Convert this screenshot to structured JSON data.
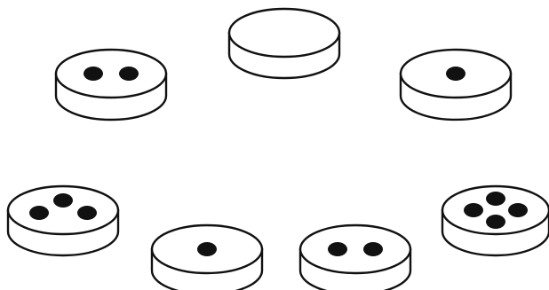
{
  "colors": {
    "outline": "#111111",
    "fill": "#ffffff",
    "dot": "#111111"
  },
  "disks": [
    {
      "name": "disk-top-center",
      "dots": 0
    },
    {
      "name": "disk-upper-left",
      "dots": 2
    },
    {
      "name": "disk-upper-right",
      "dots": 1
    },
    {
      "name": "disk-lower-left",
      "dots": 3
    },
    {
      "name": "disk-bottom-left",
      "dots": 1
    },
    {
      "name": "disk-bottom-right",
      "dots": 2
    },
    {
      "name": "disk-lower-right",
      "dots": 4
    }
  ]
}
